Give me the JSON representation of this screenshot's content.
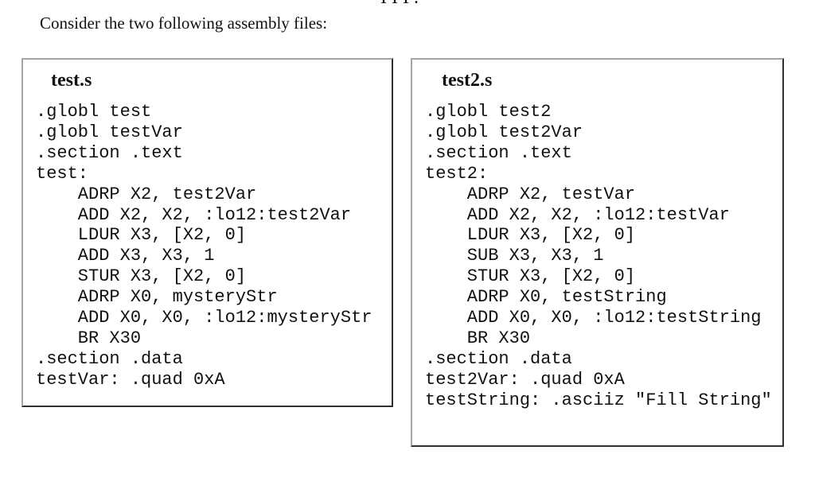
{
  "page": {
    "section_marker": "III.",
    "intro": "Consider the two following assembly files:"
  },
  "files": [
    {
      "title": "test.s",
      "lines": [
        ".globl test",
        ".globl testVar",
        ".section .text",
        "test:",
        "    ADRP X2, test2Var",
        "    ADD X2, X2, :lo12:test2Var",
        "    LDUR X3, [X2, 0]",
        "    ADD X3, X3, 1",
        "    STUR X3, [X2, 0]",
        "    ADRP X0, mysteryStr",
        "    ADD X0, X0, :lo12:mysteryStr",
        "    BR X30",
        ".section .data",
        "testVar: .quad 0xA"
      ]
    },
    {
      "title": "test2.s",
      "lines": [
        ".globl test2",
        ".globl test2Var",
        ".section .text",
        "test2:",
        "    ADRP X2, testVar",
        "    ADD X2, X2, :lo12:testVar",
        "    LDUR X3, [X2, 0]",
        "    SUB X3, X3, 1",
        "    STUR X3, [X2, 0]",
        "    ADRP X0, testString",
        "    ADD X0, X0, :lo12:testString",
        "    BR X30",
        ".section .data",
        "test2Var: .quad 0xA",
        "testString: .asciiz \"Fill String\""
      ]
    }
  ],
  "colors": {
    "background": "#ffffff",
    "text": "#111111",
    "box_border_light": "#a4a4a4",
    "box_border_dark": "#2f2f2f"
  }
}
